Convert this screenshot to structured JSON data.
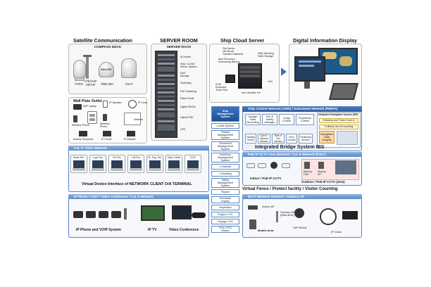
{
  "sections": {
    "satellite": "Satellite Communication",
    "server_room": "SERVER ROOM",
    "cloud": "Ship Cloud Server",
    "display": "Digital Information Display"
  },
  "compass_deck": {
    "title": "COMPASS DECK",
    "antennas": [
      "TVRO",
      "LTE/VHF\nMF/HF",
      "FBB 500",
      "VSAT"
    ],
    "sailor_logo": "SAILOR"
  },
  "server_rack": {
    "title": "SERVER RACK",
    "labels": [
      "AI Router",
      "Ship CLOUD\nServer System",
      "NAS\nStorage",
      "Switching",
      "PoE Switching",
      "Patch Panel",
      "Digital PA/GA",
      "Hybrid PBX",
      "UPS"
    ]
  },
  "cloud_server": {
    "features": [
      "File Server",
      "DB Server",
      "Transfer Distribute",
      "Auto Recovery",
      "Scheduling Backup"
    ],
    "features_right": [
      "HDD Mirroring",
      "RAID Storage"
    ],
    "peripherals": [
      "KVM",
      "Keyboard",
      "Touch Pad"
    ],
    "network_lbl": "LAN",
    "kit_lbl": "Anti Vibration Kit"
  },
  "wall_plate": {
    "title": "Wall Plate Outlet",
    "devices": [
      "WiFi Laptop",
      "IP Speaker",
      "IP Clock",
      "Wireless Phone",
      "Wireless\nPhone",
      "Analog Telephone",
      "IP Phone",
      "PC/Mobile",
      "Network"
    ]
  },
  "ship_mgmt": {
    "menu": [
      "Ship\nManagement\nSystem",
      "e-Mail System",
      "Planed\nManagement\nSystem",
      "Document\nManagement\nSystem",
      "Inventory\nManagement\nSystem",
      "e-Manual",
      "e-Drawing",
      "Safety\nManagement\nSystem",
      "Report",
      "Purchase\nInquiry",
      "Inspection",
      "Engine LOG",
      "Voyage LOG",
      "ETA / ETD\nReport"
    ]
  },
  "control_net": {
    "header": "Ship Control Network (AMS) / Instrument Network (PMS/A)",
    "items": [
      "Voyage\nData\nRecording",
      "Fire &\nSafety\nManager",
      "Cargo\nControl",
      "Propulsion\nControl"
    ],
    "sub_items": [
      "Heading\nSensor",
      "Speed /\nDistance\nIndicator",
      "Rate of\nTurn\nIndicator",
      "Echo\nSounder",
      "Positioning\nSensors"
    ],
    "nav_title": "Integrated Navigation System (INS)",
    "nav_items": [
      "Heading and Track Control",
      "Collision and Grounding",
      "Navigation\nData\nIntegrity"
    ]
  },
  "ibs_title": "Integrated Bridge System IBS",
  "cctv": {
    "header": "PoE IP CCTV Area Network / Cat. 6 Network (PoE+)",
    "indoor": "Indoor / PoE IP CCTV",
    "outdoor": "Outdoor / PoE IP CCTV (1Km)",
    "mooring": [
      "Mooring\nFWD",
      "Mooring\nAFT"
    ]
  },
  "fence_title": "Virtual Fence / Protect facility / Visitor Counting",
  "vdi": {
    "header": "Cat. 6 / Fiber Network",
    "terminals": [
      "Radio Rm.",
      "Capt. Rm.",
      "C/E Rm.",
      "CIM Rm.",
      "Ch. Eng. Rm.",
      "Ship's Office",
      "ECR"
    ],
    "title": "Virtual Device Interface of NETWORK CLIENT O/A TERMINAL"
  },
  "ipphone": {
    "header": "IP Phone / VOIP / Video Conference / Cat. 6 Network",
    "labels": [
      "IP Phone and VOIP System",
      "IP TV",
      "Video Conference"
    ]
  },
  "wifi": {
    "header": "Wi-Fi Wireless Network / Outdoor AP",
    "labels": [
      "Indoor AP",
      "Outdoor AP\n(Max.5Km)",
      "Mobile Area",
      "SIP PA/GA",
      "IP Clock"
    ]
  }
}
